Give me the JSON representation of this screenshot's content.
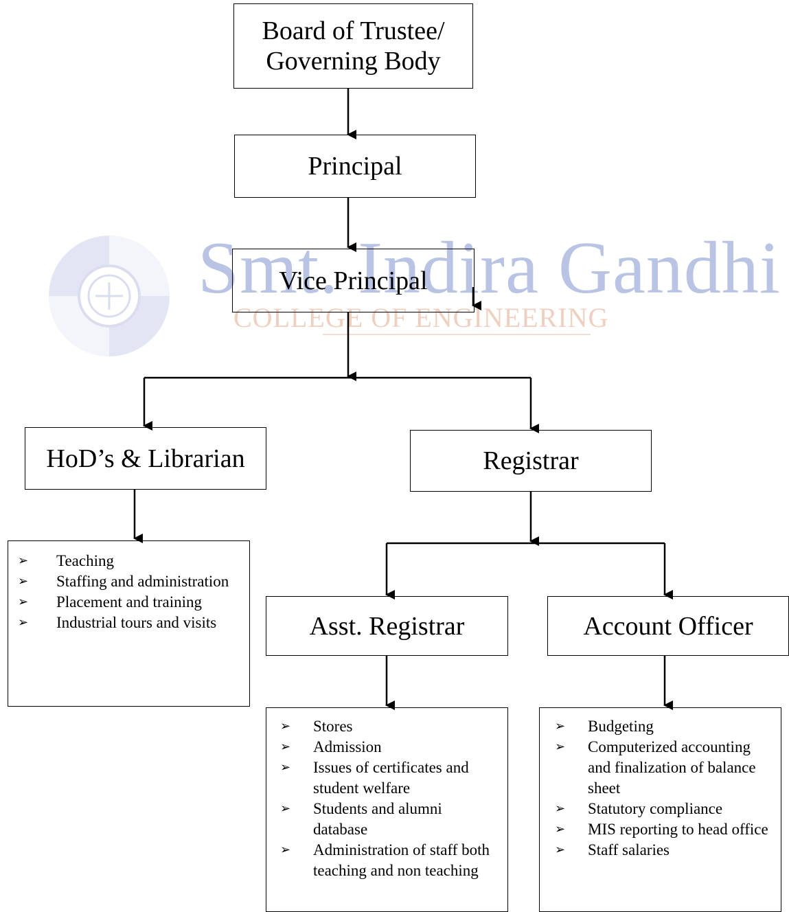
{
  "watermark": {
    "name": "Smt. Indira Gandhi",
    "subtitle": "COLLEGE OF ENGINEERING",
    "logo_icon": "college-seal-icon"
  },
  "nodes": {
    "board": "Board of Trustee/\nGoverning Body",
    "principal": "Principal",
    "vice_principal": "Vice Principal",
    "hods": "HoD’s & Librarian",
    "registrar": "Registrar",
    "asst_registrar": "Asst. Registrar",
    "account_officer": "Account Officer"
  },
  "lists": {
    "hods_duties": [
      "Teaching",
      "Staffing and administration",
      "Placement and training",
      "Industrial tours and visits"
    ],
    "asst_registrar_duties": [
      "Stores",
      "Admission",
      "Issues of certificates and student welfare",
      "Students and alumni database",
      "Administration of staff both teaching and non teaching"
    ],
    "account_officer_duties": [
      "Budgeting",
      "Computerized accounting and finalization of balance sheet",
      "Statutory compliance",
      "MIS reporting to head office",
      "Staff salaries"
    ]
  },
  "bullet_marker": "➢",
  "colors": {
    "line": "#000000",
    "watermark_name": "#b9c4e4",
    "watermark_subtitle": "#efcfbf"
  }
}
